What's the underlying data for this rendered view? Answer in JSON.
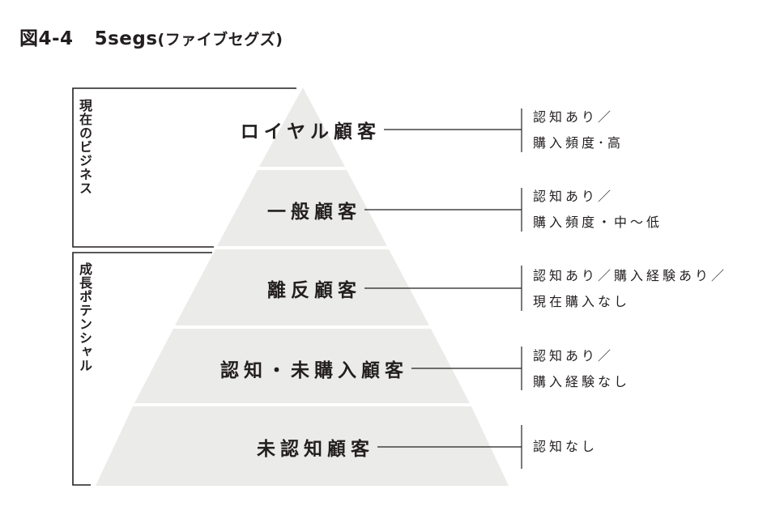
{
  "figure": {
    "number": "図4-4",
    "title": "5segs",
    "subtitle": "(ファイブセグズ)"
  },
  "groups": [
    {
      "label": "現在のビジネス"
    },
    {
      "label": "成長ポテンシャル"
    }
  ],
  "tiers": [
    {
      "label": "ロイヤル顧客",
      "desc": [
        "認知あり／",
        "購入頻度･高"
      ]
    },
    {
      "label": "一般顧客",
      "desc": [
        "認知あり／",
        "購入頻度・中～低"
      ]
    },
    {
      "label": "離反顧客",
      "desc": [
        "認知あり／購入経験あり／",
        "現在購入なし"
      ]
    },
    {
      "label": "認知・未購入顧客",
      "desc": [
        "認知あり／",
        "購入経験なし"
      ]
    },
    {
      "label": "未認知顧客",
      "desc": [
        "認知なし"
      ]
    }
  ],
  "colors": {
    "pyramid_fill": "#ebebe9",
    "line": "#231f20",
    "text": "#231f20"
  }
}
